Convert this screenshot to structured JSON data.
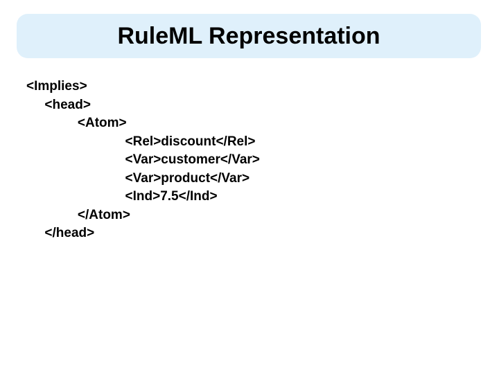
{
  "slide": {
    "title": "RuleML Representation",
    "colors": {
      "title_box_background": "#dff0fb",
      "slide_background": "#ffffff",
      "text": "#000000"
    },
    "code": {
      "lines": [
        "<Implies>",
        "     <head>",
        "              <Atom>",
        "                           <Rel>discount</Rel>",
        "                           <Var>customer</Var>",
        "                           <Var>product</Var>",
        "                           <Ind>7.5</Ind>",
        "              </Atom>",
        "     </head>"
      ]
    }
  }
}
